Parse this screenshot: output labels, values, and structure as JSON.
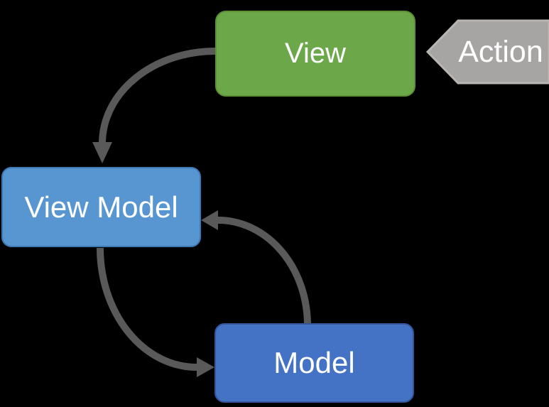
{
  "diagram": {
    "background_color": "#000000",
    "arrow_color": "#595959",
    "nodes": {
      "view": {
        "label": "View",
        "fill": "#6CA74A",
        "border": "#5E9137",
        "text_color": "#FFFFFF",
        "shape": "rounded-rectangle"
      },
      "view_model": {
        "label": "View Model",
        "fill": "#5896D2",
        "border": "#3E78B5",
        "text_color": "#FFFFFF",
        "shape": "rounded-rectangle"
      },
      "model": {
        "label": "Model",
        "fill": "#4472C4",
        "border": "#35549A",
        "text_color": "#FFFFFF",
        "shape": "rounded-rectangle"
      },
      "action": {
        "label": "Action",
        "fill": "#A7A5A3",
        "border": "#B8B5B3",
        "text_color": "#FFFFFF",
        "shape": "left-pointing-pentagon"
      }
    },
    "edges": [
      {
        "from": "View",
        "to": "View Model",
        "style": "curved-arrow"
      },
      {
        "from": "View Model",
        "to": "Model",
        "style": "curved-arrow"
      },
      {
        "from": "Model",
        "to": "View Model",
        "style": "curved-arrow"
      },
      {
        "from": "Action",
        "to": "View",
        "style": "pentagon-pointer"
      }
    ]
  }
}
